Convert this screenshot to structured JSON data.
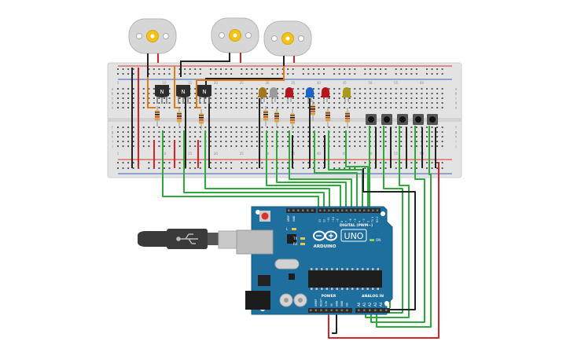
{
  "colors": {
    "breadboard": "#e3e3e3",
    "breadboard_edge": "#cfcfcf",
    "hole": "#5a5a5a",
    "rail_red": "#d9342b",
    "rail_blue": "#3b5fc4",
    "arduino": "#1f6f9e",
    "arduino_dark": "#165a82",
    "header": "#2b2b2b",
    "wire_green": "#2eaa3a",
    "wire_red": "#d62424",
    "wire_black": "#222222",
    "wire_orange": "#e07b16",
    "motor_body": "#d6d6d6",
    "motor_hub": "#f2c21b",
    "transistor": "#2d2d2d",
    "button": "#333333",
    "button_base": "#555555",
    "reset": "#d9342b",
    "usb_metal": "#c9c9c9",
    "usb_plug": "#3a3a3a",
    "chip": "#1e1e1e"
  },
  "breadboard": {
    "columns": [
      "1",
      "5",
      "10",
      "15",
      "20",
      "25",
      "30",
      "35",
      "40",
      "45",
      "50",
      "55",
      "60"
    ],
    "rows_top": [
      "a",
      "b",
      "c",
      "d",
      "e"
    ],
    "rows_bottom": [
      "f",
      "g",
      "h",
      "i",
      "j"
    ]
  },
  "transistors": [
    {
      "label": "N"
    },
    {
      "label": "N"
    },
    {
      "label": "N"
    }
  ],
  "leds": [
    {
      "color": "#a3781d"
    },
    {
      "color": "#9a9a9a"
    },
    {
      "color": "#b8141c"
    },
    {
      "color": "#1a64c9"
    },
    {
      "color": "#b8141c"
    },
    {
      "color": "#a89a1e"
    }
  ],
  "arduino": {
    "brand": "ARDUINO",
    "model": "UNO",
    "digital_label": "DIGITAL (PWM~)",
    "power_label": "POWER",
    "analog_label": "ANALOG IN",
    "aref": "AREF",
    "gnd": "GND",
    "led_l": "L",
    "led_tx": "TX",
    "led_rx": "RX",
    "led_on": "ON",
    "digital_pins": [
      "13",
      "12",
      "~11",
      "~10",
      "~9",
      "8",
      "7",
      "~6",
      "~5",
      "4",
      "~3",
      "2",
      "TX 1",
      "RX 0"
    ],
    "power_pins": [
      "IOREF",
      "RESET",
      "3.3V",
      "5V",
      "GND",
      "GND",
      "Vin"
    ],
    "analog_pins": [
      "A0",
      "A1",
      "A2",
      "A3",
      "A4",
      "A5"
    ]
  }
}
